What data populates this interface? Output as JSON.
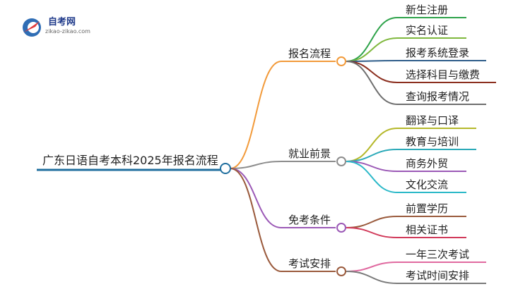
{
  "logo": {
    "name": "自考网",
    "url": "zikao-zikao.com",
    "icon": "logo-c-mark"
  },
  "colors": {
    "root": "#1f6e9e",
    "branch_1": "#f29a3a",
    "branch_2": "#8c8c8c",
    "branch_3": "#9b59b6",
    "branch_4": "#9a5a3c"
  },
  "mindmap": {
    "root": "广东日语自考本科2025年报名流程",
    "branches": [
      {
        "label": "报名流程",
        "color": "#f29a3a",
        "children": [
          {
            "label": "新生注册",
            "color": "#2ea34a"
          },
          {
            "label": "实名认证",
            "color": "#7fb83d"
          },
          {
            "label": "报考系统登录",
            "color": "#2e5d8a"
          },
          {
            "label": "选择科目与缴费",
            "color": "#8b2e1e"
          },
          {
            "label": "查询报考情况",
            "color": "#6e6e6e"
          }
        ]
      },
      {
        "label": "就业前景",
        "color": "#8c8c8c",
        "children": [
          {
            "label": "翻译与口译",
            "color": "#b5b82a"
          },
          {
            "label": "教育与培训",
            "color": "#2aa9b8"
          },
          {
            "label": "商务外贸",
            "color": "#9b59b6"
          },
          {
            "label": "文化交流",
            "color": "#2ab8c8"
          }
        ]
      },
      {
        "label": "免考条件",
        "color": "#9b59b6",
        "children": [
          {
            "label": "前置学历",
            "color": "#9a5a3c"
          },
          {
            "label": "相关证书",
            "color": "#d13a5a"
          }
        ]
      },
      {
        "label": "考试安排",
        "color": "#9a5a3c",
        "children": [
          {
            "label": "一年三次考试",
            "color": "#e06aa0"
          },
          {
            "label": "考试时间安排",
            "color": "#7a7a7a"
          }
        ]
      }
    ]
  }
}
